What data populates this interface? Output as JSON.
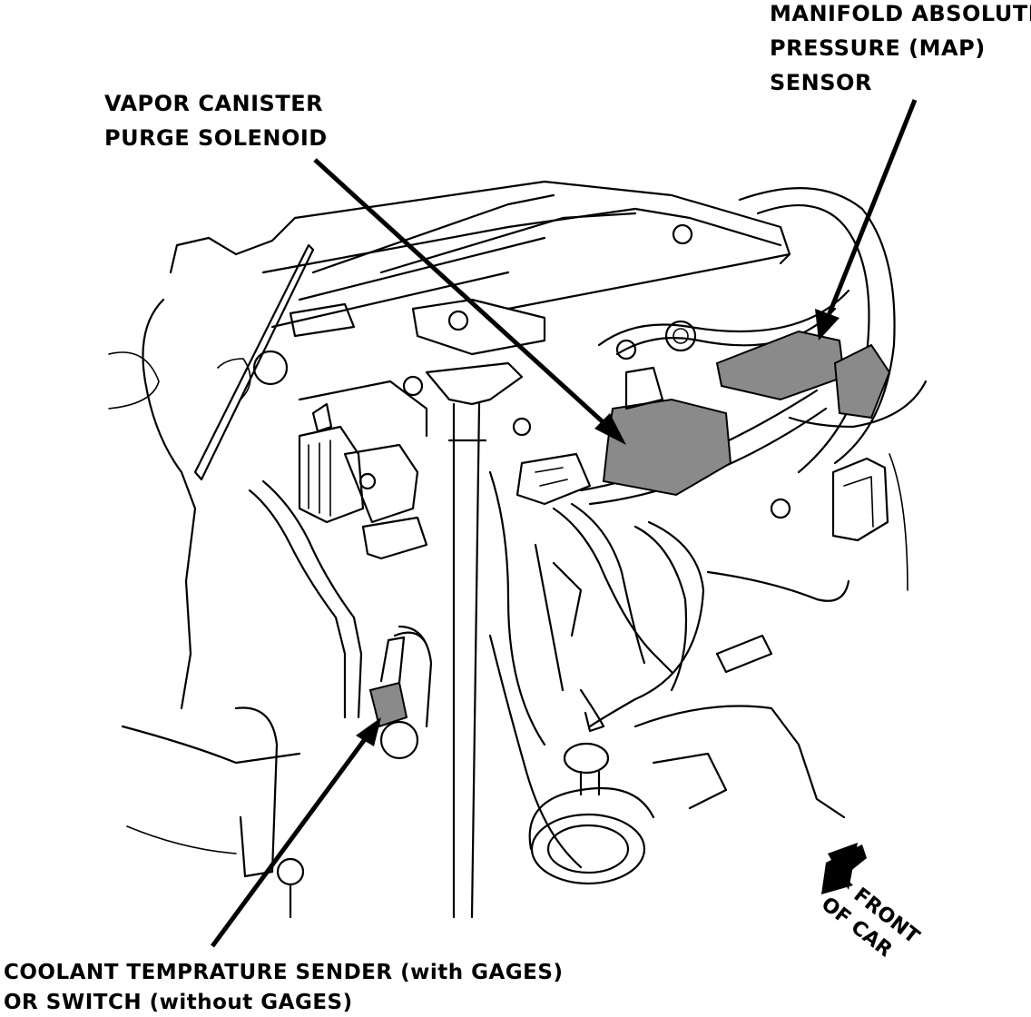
{
  "labels": {
    "map_sensor": [
      "MANIFOLD ABSOLUTE",
      "PRESSURE (MAP)",
      "SENSOR"
    ],
    "purge_solenoid": [
      "VAPOR CANISTER",
      "PURGE SOLENOID"
    ],
    "coolant_sender": [
      "COOLANT TEMPRATURE SENDER (with GAGES)",
      "OR SWITCH (without GAGES)"
    ],
    "front_of_car": [
      "FRONT",
      "OF CAR"
    ]
  },
  "colors": {
    "ink": "#000000",
    "shade": "#8a8a8a",
    "background": "#ffffff"
  }
}
